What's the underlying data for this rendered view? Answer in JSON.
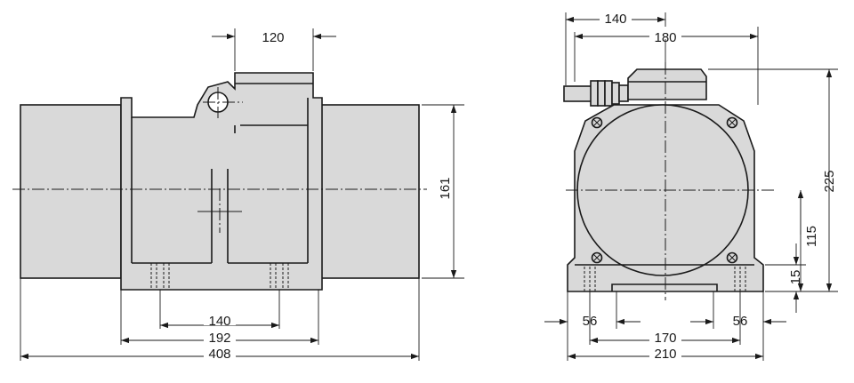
{
  "side_view": {
    "dims": {
      "top_width": "120",
      "height": "161",
      "inner_bolt_spacing": "140",
      "frame_width": "192",
      "overall_length": "408"
    }
  },
  "front_view": {
    "dims": {
      "connector_offset": "140",
      "top_width": "180",
      "overall_height": "225",
      "center_height": "115",
      "foot_height": "15",
      "left_foot": "56",
      "right_foot": "56",
      "bolt_spacing": "170",
      "overall_width": "210"
    }
  },
  "colors": {
    "body": "#d9d9d9",
    "line": "#1a1a1a"
  }
}
